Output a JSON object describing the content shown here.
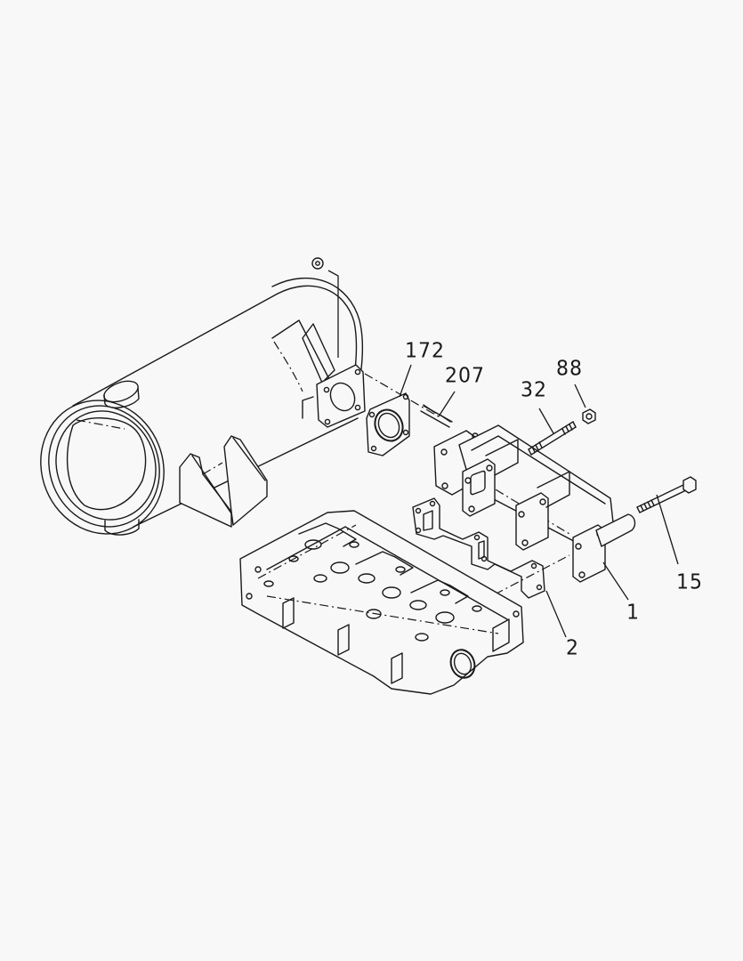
{
  "diagram": {
    "type": "exploded-parts-view",
    "subject": "exhaust manifold and muffler assembly",
    "background": "#f8f8f8",
    "line_color": "#1a1a1a",
    "components": [
      {
        "id": "muffler",
        "label": ""
      },
      {
        "id": "muffler-nut",
        "label": ""
      },
      {
        "id": "muffler-bracket",
        "label": ""
      },
      {
        "id": "cylinder-head",
        "label": ""
      },
      {
        "id": "exhaust-manifold",
        "label": "1"
      },
      {
        "id": "manifold-gasket",
        "label": "2"
      },
      {
        "id": "bolt",
        "label": "15"
      },
      {
        "id": "stud",
        "label": "32"
      },
      {
        "id": "nut",
        "label": "88"
      },
      {
        "id": "flange-gasket",
        "label": "172"
      },
      {
        "id": "flange-stud",
        "label": "207"
      }
    ],
    "callouts": {
      "c172": "172",
      "c207": "207",
      "c32": "32",
      "c88": "88",
      "c15": "15",
      "c1": "1",
      "c2": "2"
    }
  }
}
